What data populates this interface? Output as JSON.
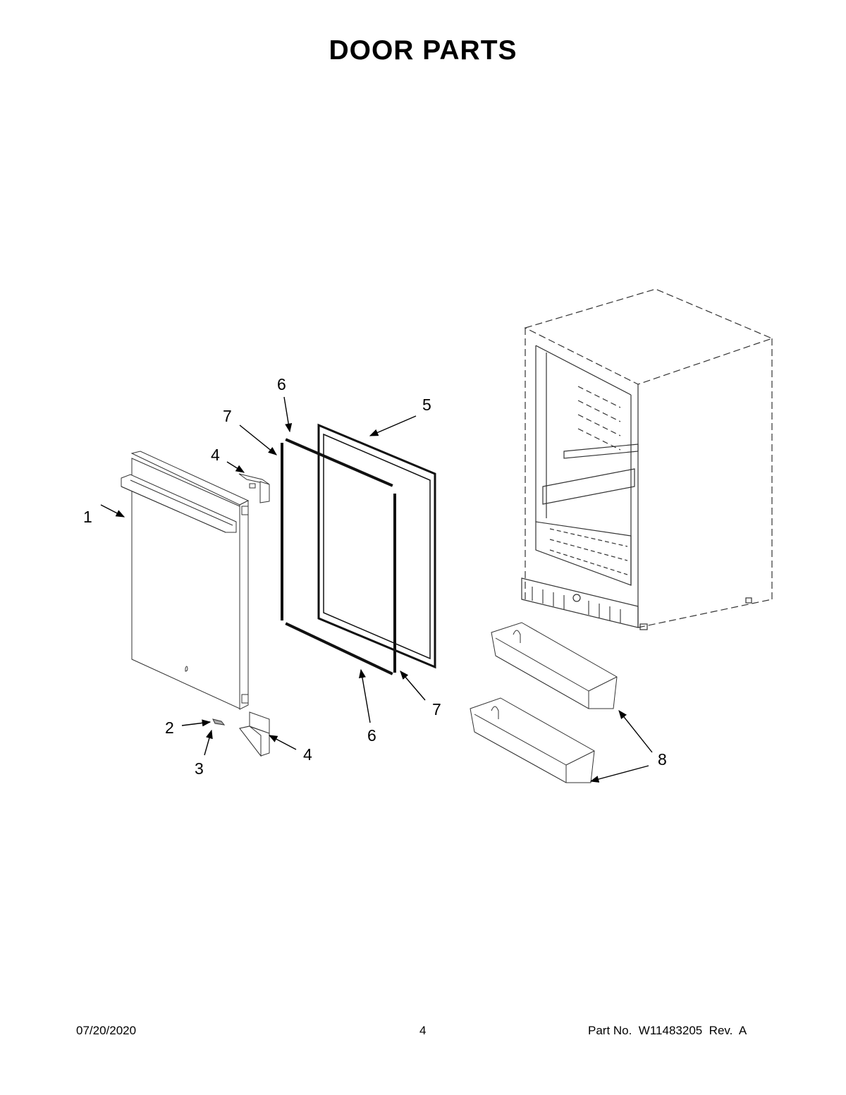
{
  "title": "DOOR PARTS",
  "footer": {
    "date": "07/20/2020",
    "page": "4",
    "part_no": "Part No.  W11483205  Rev.  A"
  },
  "callouts": [
    {
      "id": "1"
    },
    {
      "id": "6"
    },
    {
      "id": "7"
    },
    {
      "id": "4"
    },
    {
      "id": "5"
    },
    {
      "id": "2"
    },
    {
      "id": "3"
    },
    {
      "id": "4"
    },
    {
      "id": "6"
    },
    {
      "id": "7"
    },
    {
      "id": "8"
    }
  ]
}
